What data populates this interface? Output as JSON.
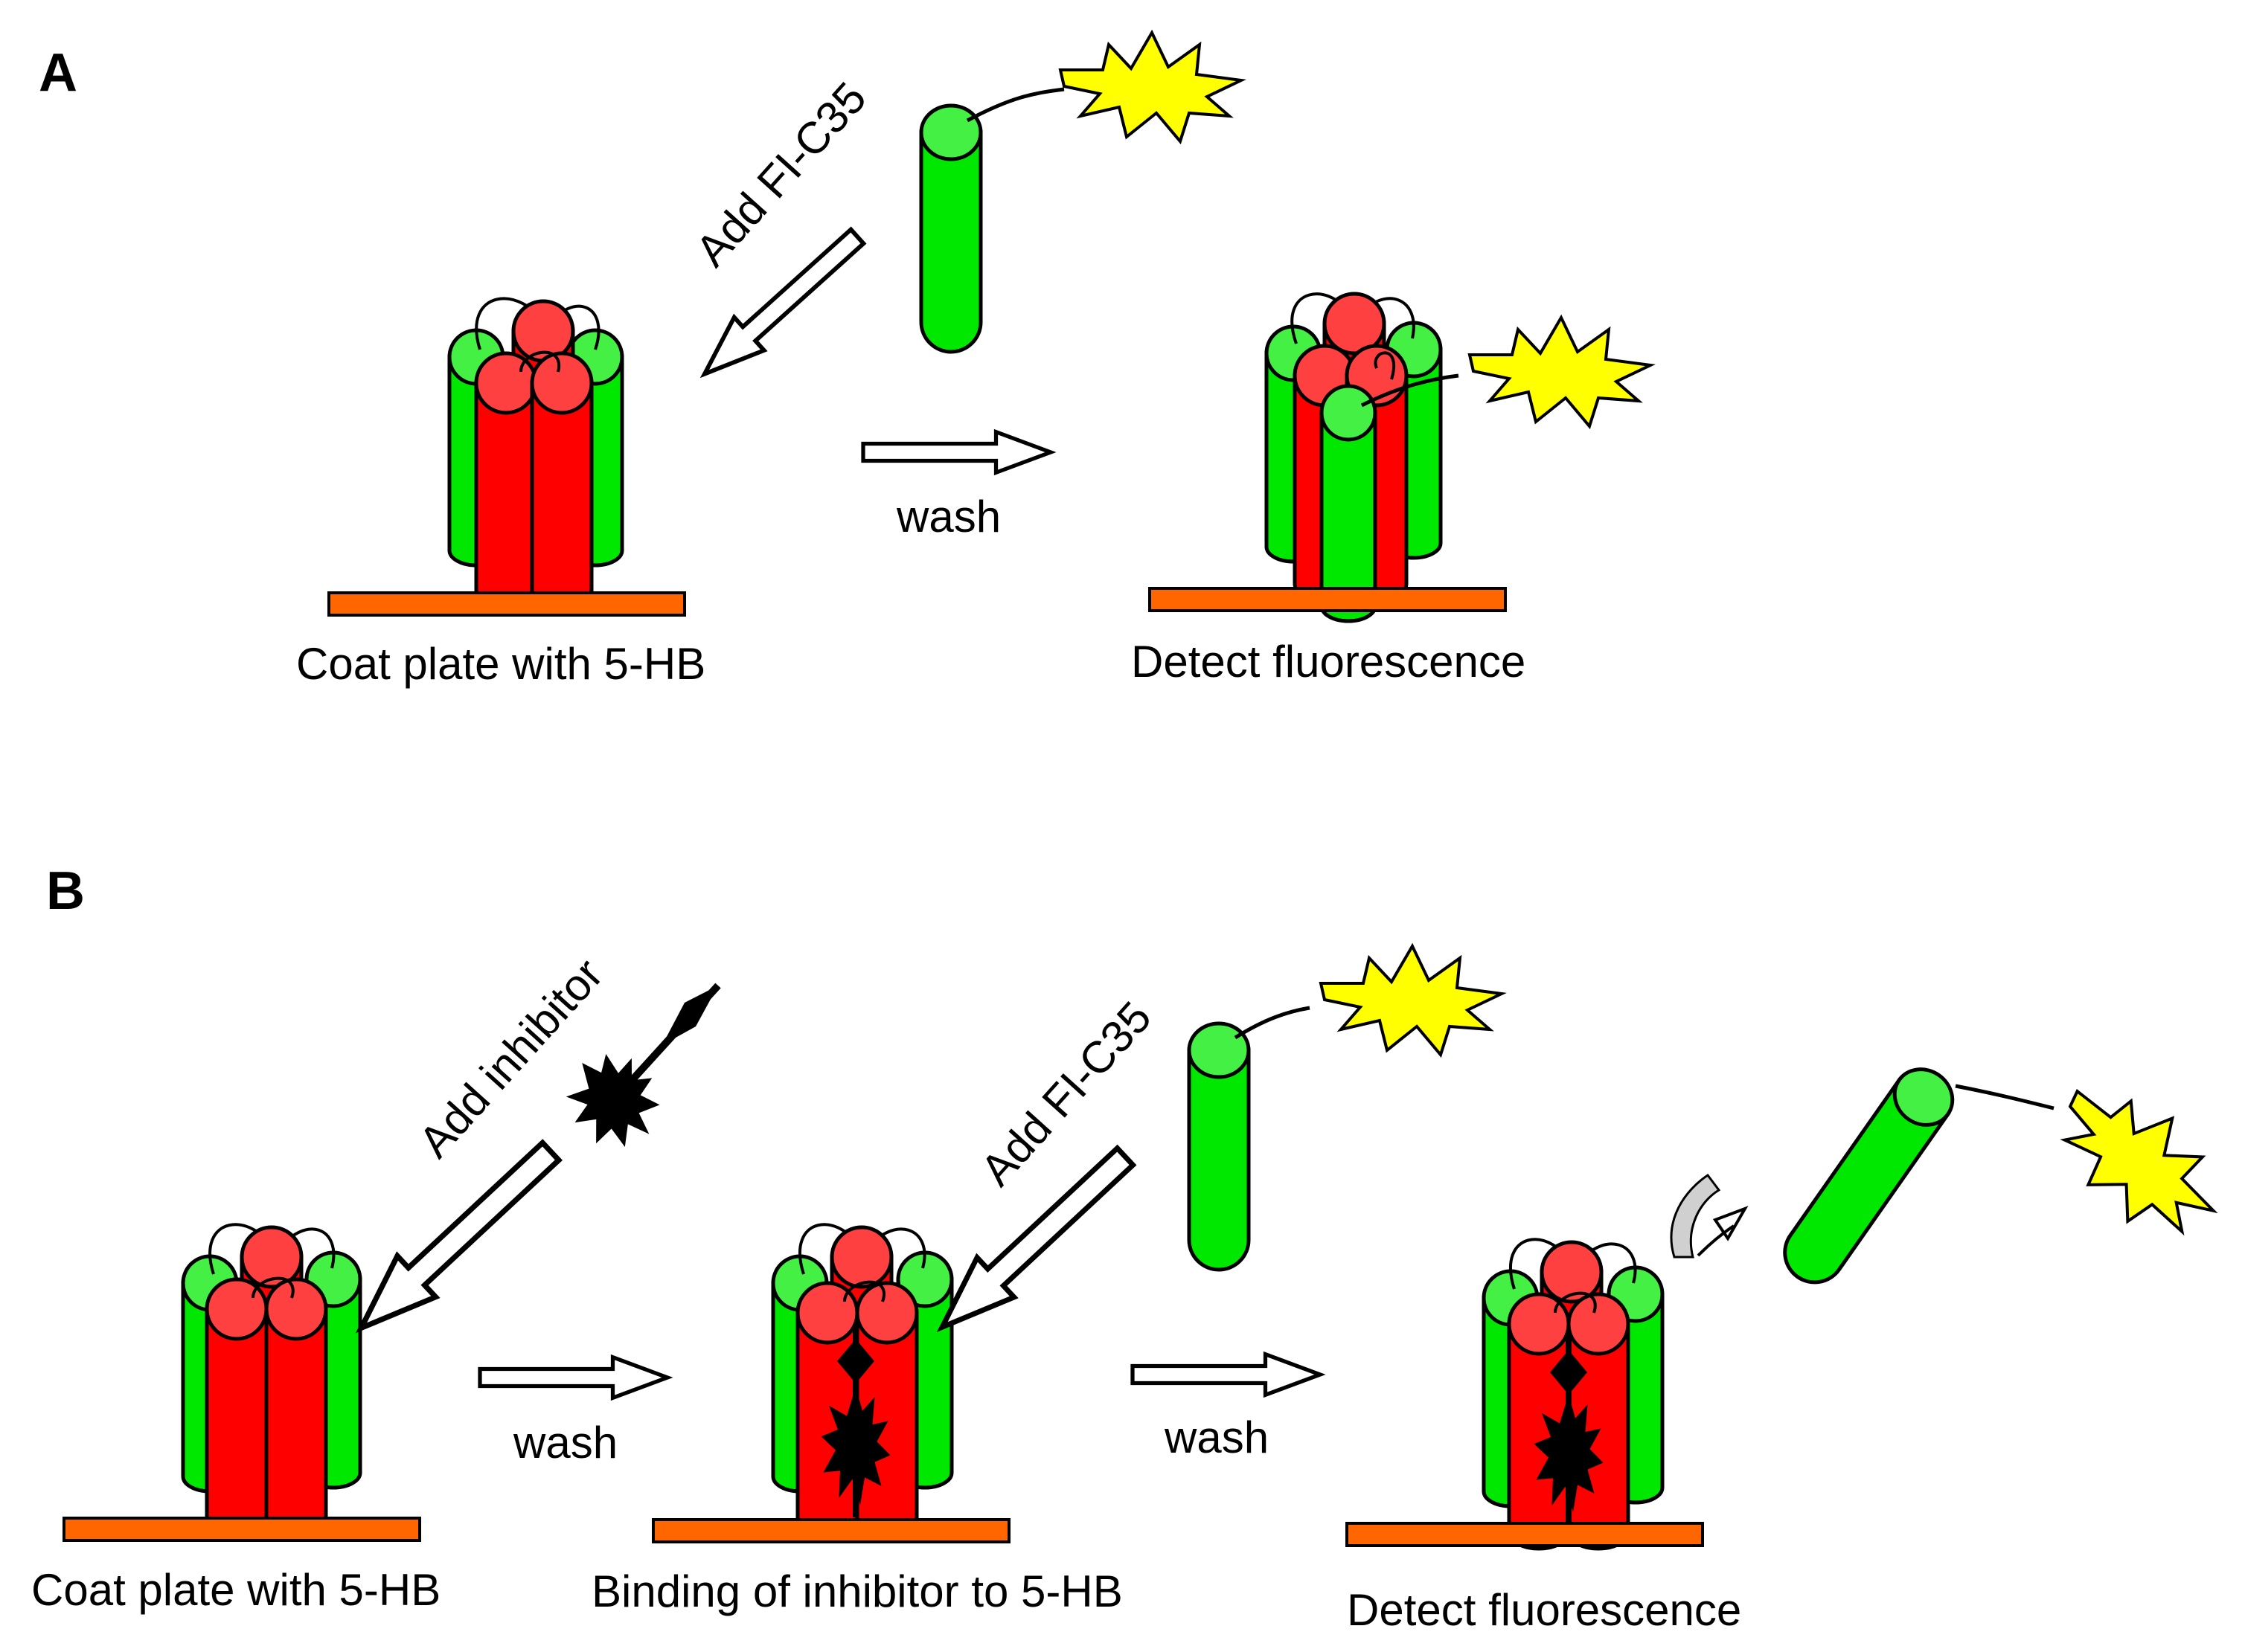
{
  "colors": {
    "helix_red": "#ff0000",
    "helix_red_top": "#ff4040",
    "helix_green": "#00e800",
    "helix_green_top": "#44f044",
    "plate_orange": "#ff6600",
    "fluorophore_yellow": "#ffff00",
    "inhibitor_black": "#000000",
    "outline": "#000000"
  },
  "panels": [
    {
      "label": "A",
      "steps": [
        {
          "arrow_label": "Add FI-C35"
        },
        {
          "arrow_label": "wash"
        }
      ],
      "captions": [
        "Coat plate with 5-HB",
        "Detect fluorescence"
      ]
    },
    {
      "label": "B",
      "steps": [
        {
          "arrow_label": "Add inhibitor"
        },
        {
          "arrow_label": "Add FI-C35"
        },
        {
          "arrow_label": "wash"
        },
        {
          "arrow_label": "wash"
        }
      ],
      "captions": [
        "Coat plate with 5-HB",
        "Binding of inhibitor to 5-HB",
        "Detect fluorescence"
      ]
    }
  ],
  "icons": [
    "helix-bundle-icon",
    "fluorescent-peptide-icon",
    "inhibitor-icon",
    "microplate-icon",
    "release-arrow-icon"
  ]
}
